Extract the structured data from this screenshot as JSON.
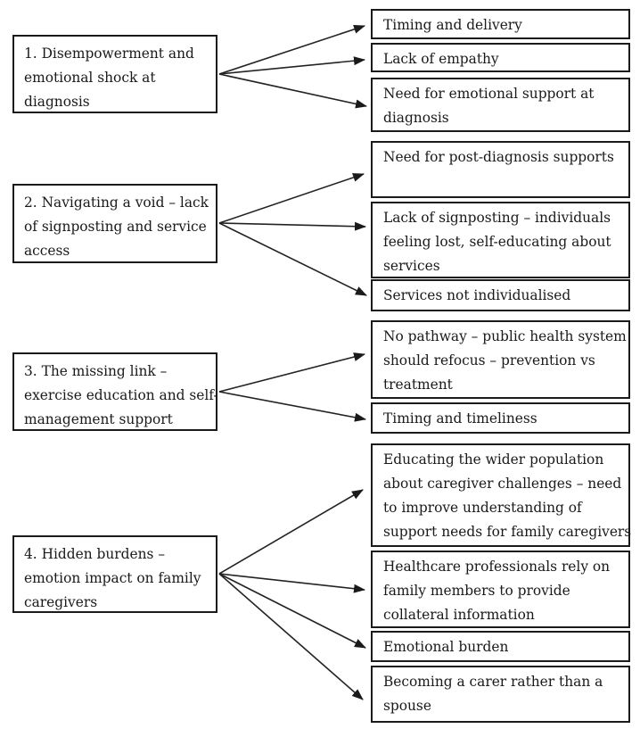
{
  "figure": {
    "background": "#ffffff",
    "box_border_color": "#1a1a1a",
    "text_color": "#1a1a1a",
    "arrow_color": "#232323"
  },
  "themes": [
    {
      "label": "1. Disempowerment and\nemotional shock at\ndiagnosis",
      "subthemes": [
        "Timing and delivery",
        "Lack of empathy",
        "Need for emotional support at\ndiagnosis"
      ]
    },
    {
      "label": "2. Navigating a void – lack\nof signposting and service\naccess",
      "subthemes": [
        "Need for post-diagnosis supports",
        "Lack of signposting – individuals\nfeeling lost, self-educating about\nservices",
        "Services not individualised"
      ]
    },
    {
      "label": "3. The missing link –\nexercise education and self-\nmanagement support",
      "subthemes": [
        "No pathway – public health system\nshould refocus – prevention vs\ntreatment",
        "Timing and timeliness"
      ]
    },
    {
      "label": "4. Hidden burdens –\nemotion impact on family\ncaregivers",
      "subthemes": [
        "Educating the wider population\nabout caregiver challenges – need\nto improve understanding of\nsupport needs for family caregivers",
        "Healthcare professionals rely on\nfamily members to provide\ncollateral information",
        "Emotional burden",
        "Becoming a carer rather than a\nspouse"
      ]
    }
  ]
}
